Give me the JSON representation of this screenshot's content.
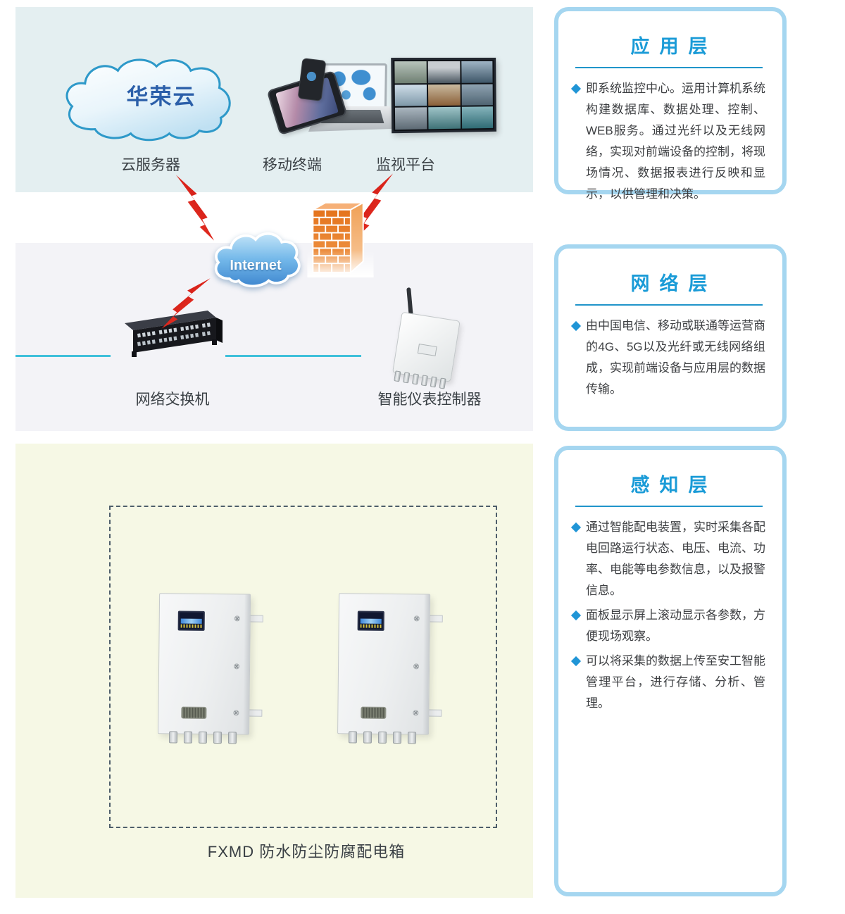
{
  "app_panel": {
    "cloud_text": "华荣云",
    "cloud_server_label": "云服务器",
    "mobile_terminal_label": "移动终端",
    "monitor_platform_label": "监视平台"
  },
  "network_panel": {
    "internet_label": "Internet",
    "switch_label": "网络交换机",
    "controller_label": "智能仪表控制器"
  },
  "perception_panel": {
    "box_label": "FXMD 防水防尘防腐配电箱"
  },
  "cards": {
    "application": {
      "title": "应用层",
      "bullets": [
        "即系统监控中心。运用计算机系统构建数据库、数据处理、控制、WEB服务。通过光纤以及无线网络，实现对前端设备的控制，将现场情况、数据报表进行反映和显示，以供管理和决策。"
      ]
    },
    "network": {
      "title": "网络层",
      "bullets": [
        "由中国电信、移动或联通等运营商的4G、5G以及光纤或无线网络组成，实现前端设备与应用层的数据传输。"
      ]
    },
    "perception": {
      "title": "感知层",
      "bullets": [
        "通过智能配电装置，实时采集各配电回路运行状态、电压、电流、功率、电能等电参数信息，以及报警信息。",
        "面板显示屏上滚动显示各参数，方便现场观察。",
        "可以将采集的数据上传至安工智能管理平台，进行存储、分析、管理。"
      ]
    }
  },
  "icons": {
    "bullet": "blue-diamond",
    "huarong_cloud": "cloud-shape",
    "internet": "cloud-shape",
    "firewall": "brick-wall",
    "connection": "red-lightning-bolt"
  },
  "colors": {
    "title_blue": "#1a9bd7",
    "divider_blue": "#2095ca",
    "card_border": "#a5d6f0",
    "bullet_blue": "#2095d6",
    "text_dark": "#3d3f42",
    "label_dark": "#3a4045",
    "band1_bg": "#e4eff1",
    "band2_bg": "#f3f3f7",
    "band3_bg": "#f6f8e5",
    "cyan_line": "#3fc0da",
    "dashed_border": "#4e5e6a",
    "huarong_text": "#2b5fa9",
    "lightning_red": "#e01515"
  }
}
